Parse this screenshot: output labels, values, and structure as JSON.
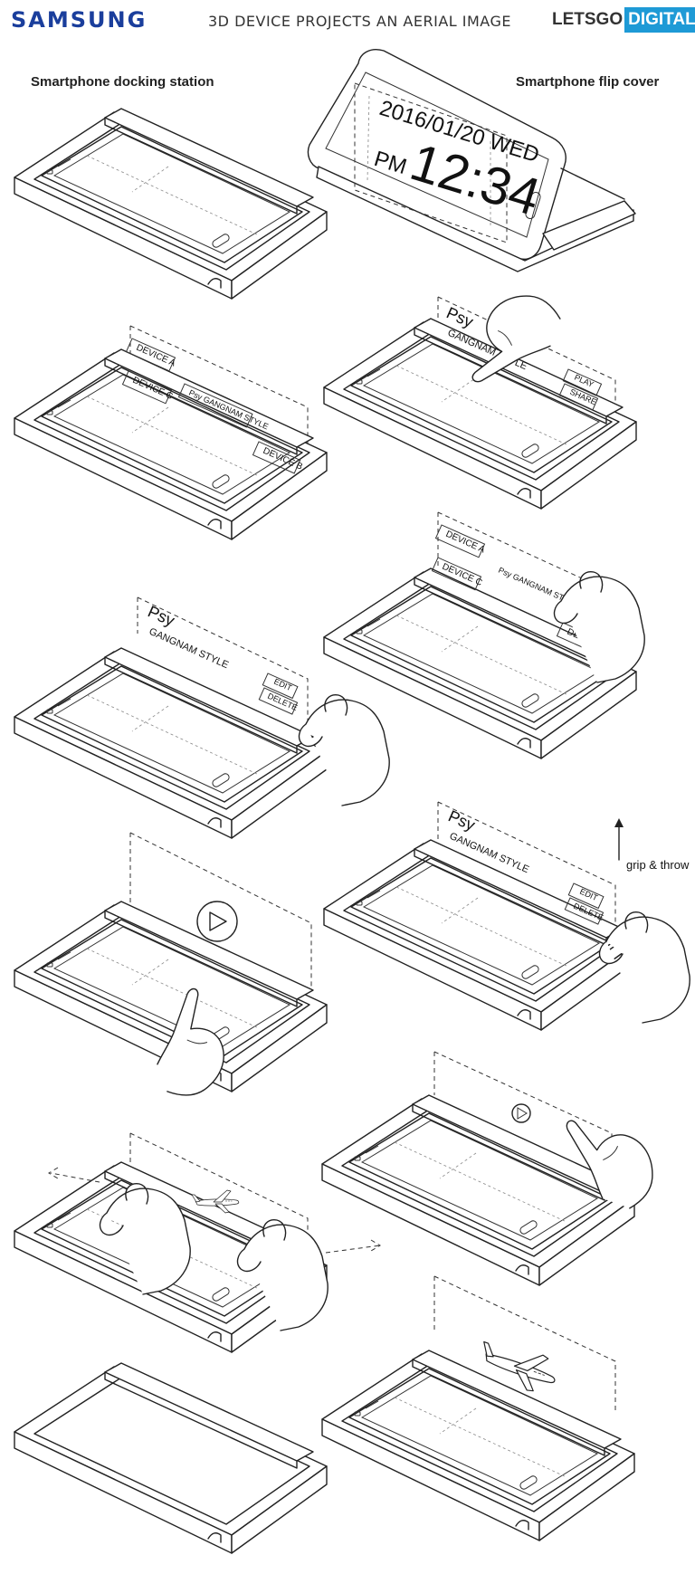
{
  "header": {
    "brand": "SAMSUNG",
    "headline": "3D DEVICE PROJECTS AN AERIAL IMAGE",
    "logo_part1": "LETSGO",
    "logo_part2": "DIGITAL",
    "brand_color": "#1a3e9c",
    "logo_color": "#1e9ad6"
  },
  "captions": {
    "left": "Smartphone docking station",
    "right": "Smartphone flip cover"
  },
  "flip_cover": {
    "date": "2016/01/20 WED",
    "ampm": "PM",
    "time": "12:34"
  },
  "media": {
    "artist": "Psy",
    "song": "GANGNAM STYLE",
    "play": "PLAY",
    "share": "SHARE",
    "edit": "EDIT",
    "delete": "DELETE",
    "song_small": "Psy GANGNAM STYLE"
  },
  "devices": {
    "a": "DEVICE A",
    "b": "DEVICE B",
    "c": "DEVICE C"
  },
  "gesture_label": "grip & throw",
  "icons": [
    "play-triangle-icon",
    "airplane-icon",
    "hand-icon",
    "arrow-up-icon",
    "dashed-arrow-icon"
  ]
}
